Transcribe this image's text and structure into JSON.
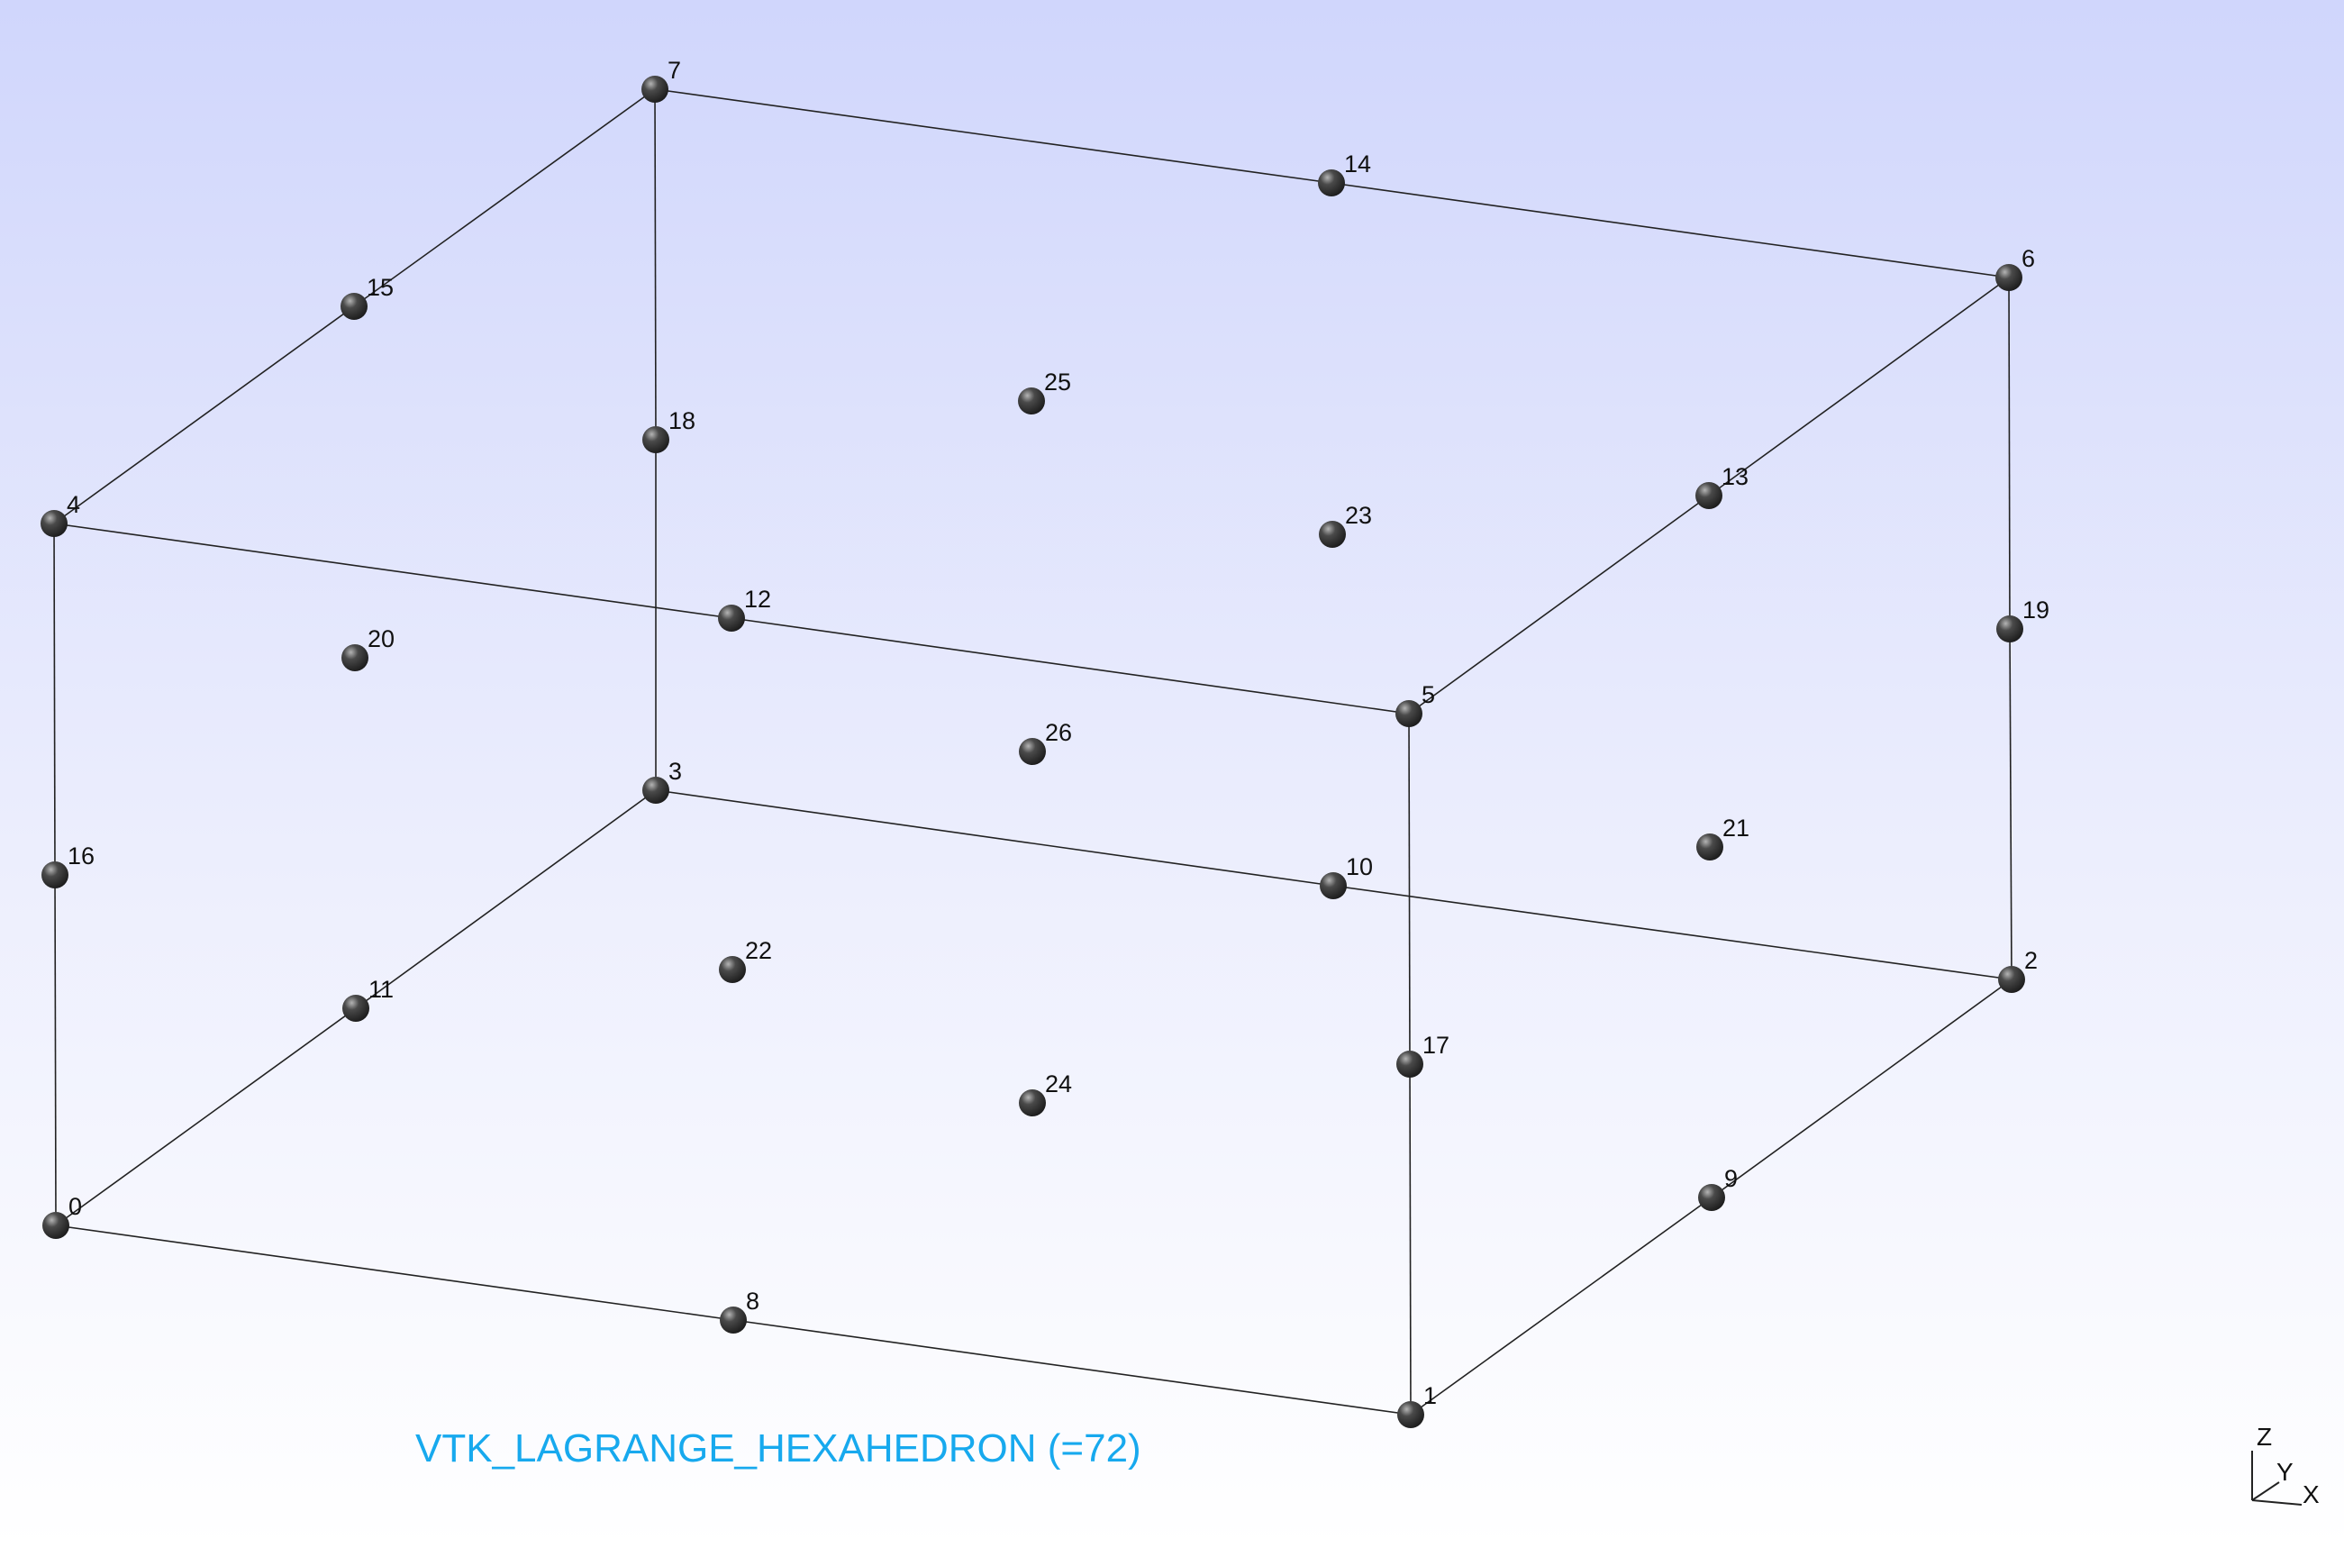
{
  "title": "VTK_LAGRANGE_HEXAHEDRON (=72)",
  "colors": {
    "background_top": "#d0d6fc",
    "background_bottom": "#ffffff",
    "caption": "#17a9ee",
    "node": "#3a3a3a",
    "edge": "#222222"
  },
  "nodes": [
    {
      "id": "0"
    },
    {
      "id": "1"
    },
    {
      "id": "2"
    },
    {
      "id": "3"
    },
    {
      "id": "4"
    },
    {
      "id": "5"
    },
    {
      "id": "6"
    },
    {
      "id": "7"
    },
    {
      "id": "8"
    },
    {
      "id": "9"
    },
    {
      "id": "10"
    },
    {
      "id": "11"
    },
    {
      "id": "12"
    },
    {
      "id": "13"
    },
    {
      "id": "14"
    },
    {
      "id": "15"
    },
    {
      "id": "16"
    },
    {
      "id": "17"
    },
    {
      "id": "18"
    },
    {
      "id": "19"
    },
    {
      "id": "20"
    },
    {
      "id": "21"
    },
    {
      "id": "22"
    },
    {
      "id": "23"
    },
    {
      "id": "24"
    },
    {
      "id": "25"
    },
    {
      "id": "26"
    }
  ],
  "edges": [
    [
      "0",
      "8"
    ],
    [
      "8",
      "1"
    ],
    [
      "1",
      "9"
    ],
    [
      "9",
      "2"
    ],
    [
      "2",
      "10"
    ],
    [
      "10",
      "3"
    ],
    [
      "3",
      "11"
    ],
    [
      "11",
      "0"
    ],
    [
      "4",
      "12"
    ],
    [
      "12",
      "5"
    ],
    [
      "5",
      "13"
    ],
    [
      "13",
      "6"
    ],
    [
      "6",
      "14"
    ],
    [
      "14",
      "7"
    ],
    [
      "7",
      "15"
    ],
    [
      "15",
      "4"
    ],
    [
      "0",
      "16"
    ],
    [
      "16",
      "4"
    ],
    [
      "1",
      "17"
    ],
    [
      "17",
      "5"
    ],
    [
      "2",
      "19"
    ],
    [
      "19",
      "6"
    ],
    [
      "3",
      "18"
    ],
    [
      "18",
      "7"
    ]
  ],
  "axes": {
    "z": "Z",
    "y": "Y",
    "x": "X"
  }
}
